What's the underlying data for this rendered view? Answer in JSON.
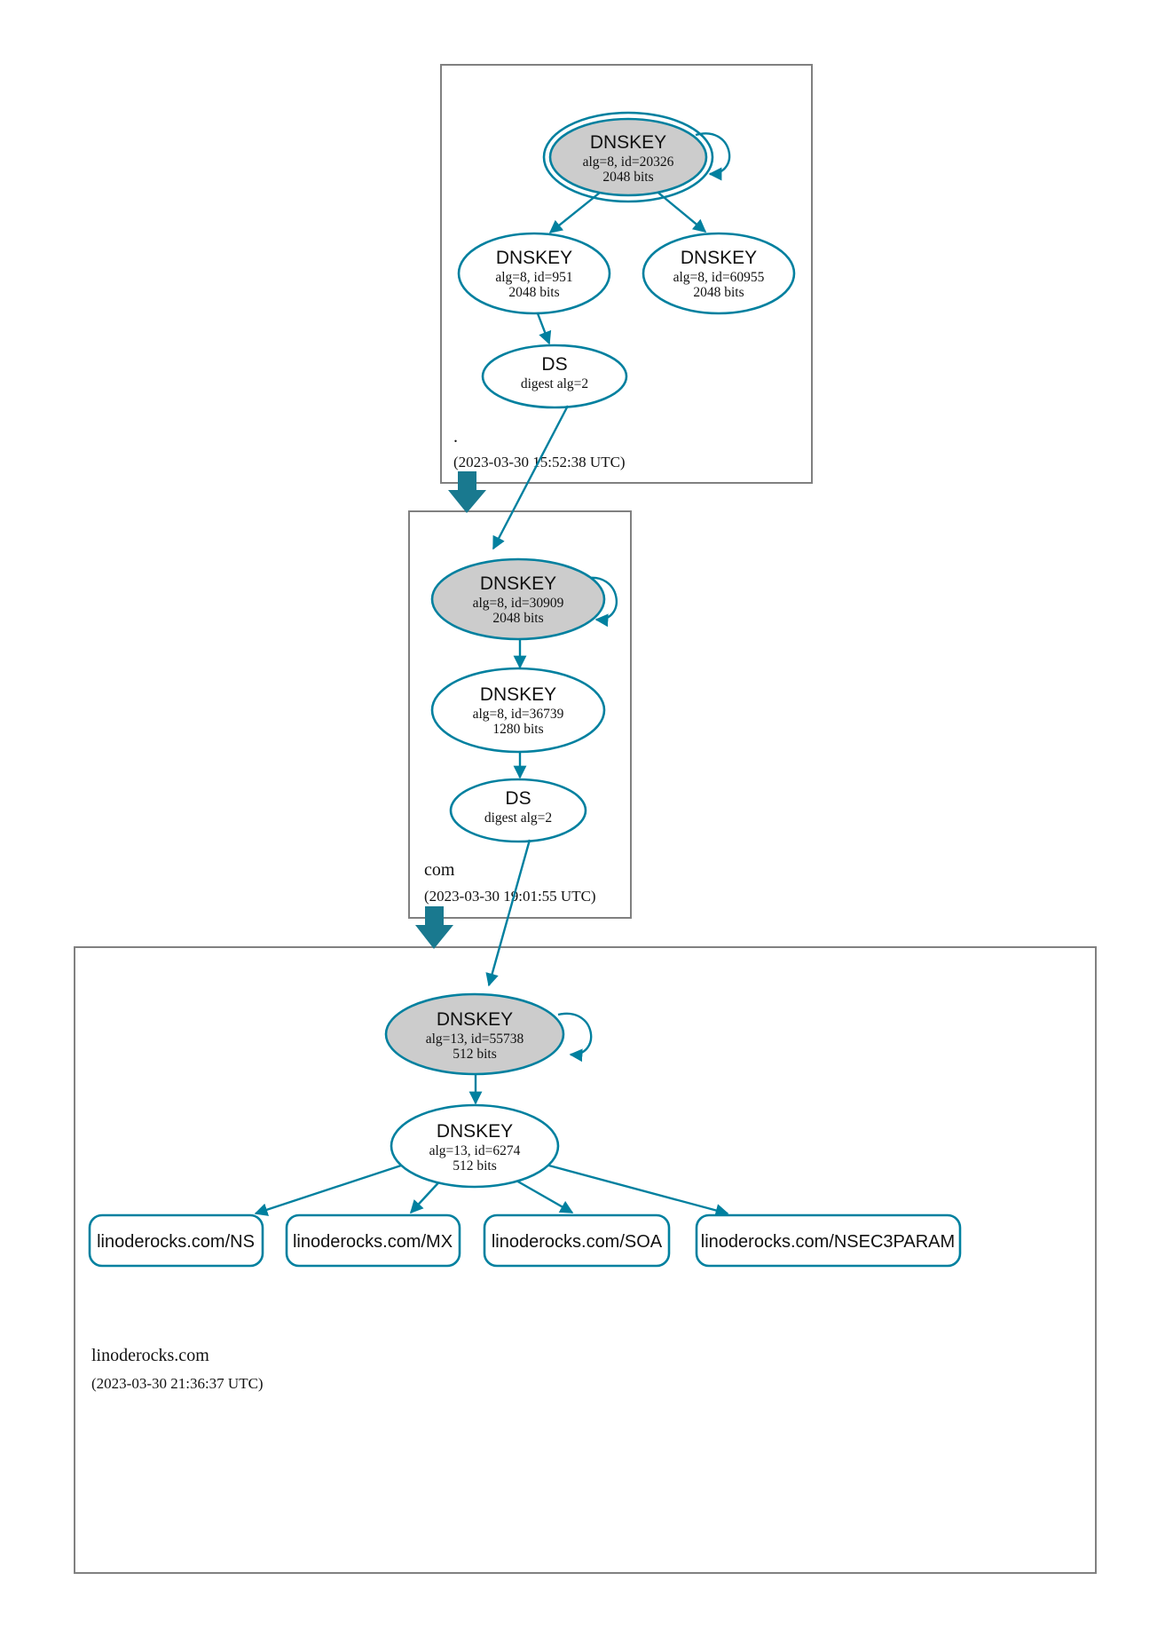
{
  "diagram": {
    "kind": "dnssec-chain-of-trust",
    "colors": {
      "accent": "#00809f",
      "secure_fill": "#cccccc",
      "zone_border": "#808080",
      "delegation_arrow": "#19798f",
      "text": "#111111"
    }
  },
  "zones": [
    {
      "id": "root",
      "label": ".",
      "timestamp": "(2023-03-30 15:52:38 UTC)",
      "nodes": [
        {
          "id": "root-ksk",
          "type": "DNSKEY",
          "title": "DNSKEY",
          "line1": "alg=8, id=20326",
          "line2": "2048 bits",
          "trust_anchor": true,
          "secure": true,
          "self_sign": true
        },
        {
          "id": "root-zsk-951",
          "type": "DNSKEY",
          "title": "DNSKEY",
          "line1": "alg=8, id=951",
          "line2": "2048 bits",
          "trust_anchor": false,
          "secure": false,
          "self_sign": false
        },
        {
          "id": "root-zsk-60955",
          "type": "DNSKEY",
          "title": "DNSKEY",
          "line1": "alg=8, id=60955",
          "line2": "2048 bits",
          "trust_anchor": false,
          "secure": false,
          "self_sign": false
        },
        {
          "id": "root-ds",
          "type": "DS",
          "title": "DS",
          "line1": "digest alg=2",
          "line2": "",
          "trust_anchor": false,
          "secure": false,
          "self_sign": false
        }
      ]
    },
    {
      "id": "com",
      "label": "com",
      "timestamp": "(2023-03-30 19:01:55 UTC)",
      "nodes": [
        {
          "id": "com-ksk",
          "type": "DNSKEY",
          "title": "DNSKEY",
          "line1": "alg=8, id=30909",
          "line2": "2048 bits",
          "trust_anchor": false,
          "secure": true,
          "self_sign": true
        },
        {
          "id": "com-zsk",
          "type": "DNSKEY",
          "title": "DNSKEY",
          "line1": "alg=8, id=36739",
          "line2": "1280 bits",
          "trust_anchor": false,
          "secure": false,
          "self_sign": false
        },
        {
          "id": "com-ds",
          "type": "DS",
          "title": "DS",
          "line1": "digest alg=2",
          "line2": "",
          "trust_anchor": false,
          "secure": false,
          "self_sign": false
        }
      ]
    },
    {
      "id": "linoderocks",
      "label": "linoderocks.com",
      "timestamp": "(2023-03-30 21:36:37 UTC)",
      "nodes": [
        {
          "id": "lr-ksk",
          "type": "DNSKEY",
          "title": "DNSKEY",
          "line1": "alg=13, id=55738",
          "line2": "512 bits",
          "trust_anchor": false,
          "secure": true,
          "self_sign": true
        },
        {
          "id": "lr-zsk",
          "type": "DNSKEY",
          "title": "DNSKEY",
          "line1": "alg=13, id=6274",
          "line2": "512 bits",
          "trust_anchor": false,
          "secure": false,
          "self_sign": false
        }
      ],
      "rrsets": [
        {
          "id": "rr-ns",
          "label": "linoderocks.com/NS"
        },
        {
          "id": "rr-mx",
          "label": "linoderocks.com/MX"
        },
        {
          "id": "rr-soa",
          "label": "linoderocks.com/SOA"
        },
        {
          "id": "rr-nsec3param",
          "label": "linoderocks.com/NSEC3PARAM"
        }
      ]
    }
  ]
}
